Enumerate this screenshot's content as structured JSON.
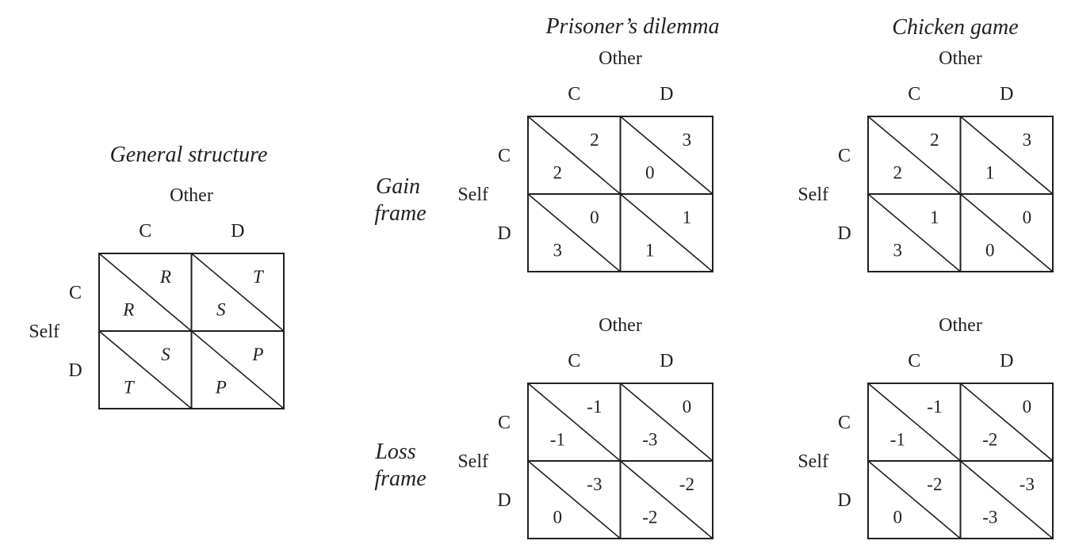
{
  "titles": {
    "general": "General structure",
    "prisoners": "Prisoner’s dilemma",
    "chicken": "Chicken game"
  },
  "frames": {
    "gain": [
      "Gain",
      "frame"
    ],
    "loss": [
      "Loss",
      "frame"
    ]
  },
  "labels": {
    "other": "Other",
    "self": "Self",
    "cooperate": "C",
    "defect": "D"
  },
  "matrices": [
    {
      "id": "general",
      "italic_values": true,
      "cells": [
        {
          "row": "C",
          "col": "C",
          "self": "R",
          "other": "R"
        },
        {
          "row": "C",
          "col": "D",
          "self": "S",
          "other": "T"
        },
        {
          "row": "D",
          "col": "C",
          "self": "T",
          "other": "S"
        },
        {
          "row": "D",
          "col": "D",
          "self": "P",
          "other": "P"
        }
      ]
    },
    {
      "id": "pd-gain",
      "italic_values": false,
      "cells": [
        {
          "row": "C",
          "col": "C",
          "self": "2",
          "other": "2"
        },
        {
          "row": "C",
          "col": "D",
          "self": "0",
          "other": "3"
        },
        {
          "row": "D",
          "col": "C",
          "self": "3",
          "other": "0"
        },
        {
          "row": "D",
          "col": "D",
          "self": "1",
          "other": "1"
        }
      ]
    },
    {
      "id": "chicken-gain",
      "italic_values": false,
      "cells": [
        {
          "row": "C",
          "col": "C",
          "self": "2",
          "other": "2"
        },
        {
          "row": "C",
          "col": "D",
          "self": "1",
          "other": "3"
        },
        {
          "row": "D",
          "col": "C",
          "self": "3",
          "other": "1"
        },
        {
          "row": "D",
          "col": "D",
          "self": "0",
          "other": "0"
        }
      ]
    },
    {
      "id": "pd-loss",
      "italic_values": false,
      "cells": [
        {
          "row": "C",
          "col": "C",
          "self": "-1",
          "other": "-1"
        },
        {
          "row": "C",
          "col": "D",
          "self": "-3",
          "other": "0"
        },
        {
          "row": "D",
          "col": "C",
          "self": "0",
          "other": "-3"
        },
        {
          "row": "D",
          "col": "D",
          "self": "-2",
          "other": "-2"
        }
      ]
    },
    {
      "id": "chicken-loss",
      "italic_values": false,
      "cells": [
        {
          "row": "C",
          "col": "C",
          "self": "-1",
          "other": "-1"
        },
        {
          "row": "C",
          "col": "D",
          "self": "-2",
          "other": "0"
        },
        {
          "row": "D",
          "col": "C",
          "self": "0",
          "other": "-2"
        },
        {
          "row": "D",
          "col": "D",
          "self": "-3",
          "other": "-3"
        }
      ]
    }
  ]
}
